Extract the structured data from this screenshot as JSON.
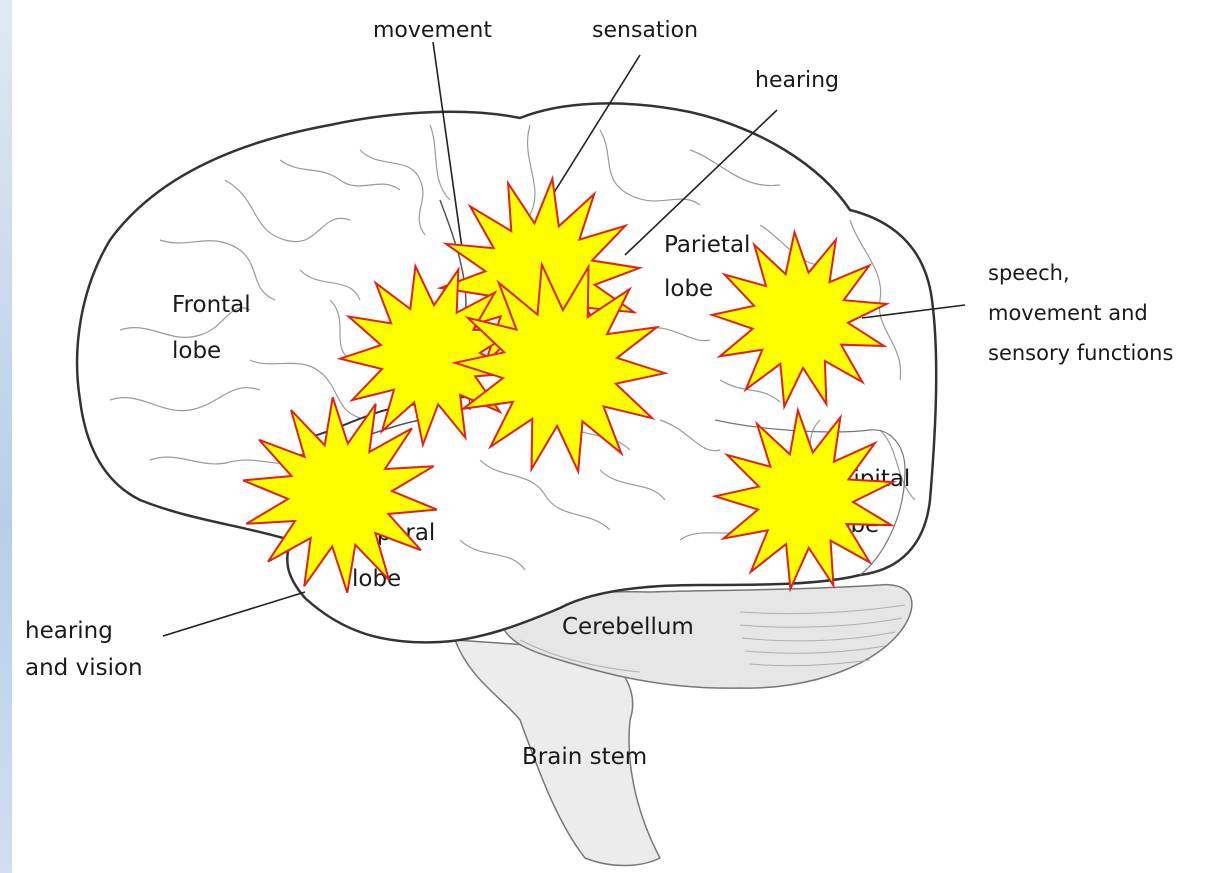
{
  "labels": {
    "movement": "movement",
    "sensation": "sensation",
    "hearing_top": "hearing",
    "speech_function": "speech,",
    "movement_and": "movement and",
    "sensory_functions": "sensory functions",
    "hearing_bottom_1": "hearing",
    "hearing_bottom_2": "and vision"
  },
  "lobes": {
    "frontal_1": "Frontal",
    "frontal_2": "lobe",
    "parietal_1": "Parietal",
    "parietal_2": "lobe",
    "occipital_1": "Occipital",
    "occipital_2": "lobe",
    "temporal_1": "Temporal",
    "temporal_2": "lobe",
    "cerebellum": "Cerebellum",
    "brain_stem": "Brain stem"
  },
  "colors": {
    "starburst_fill": "#ffff00",
    "starburst_stroke": "#e0201a",
    "outline": "#333333",
    "fold_lines": "#9a9a9a",
    "cerebellum_fill": "#e6e6e6",
    "stem_fill": "#ececec"
  }
}
